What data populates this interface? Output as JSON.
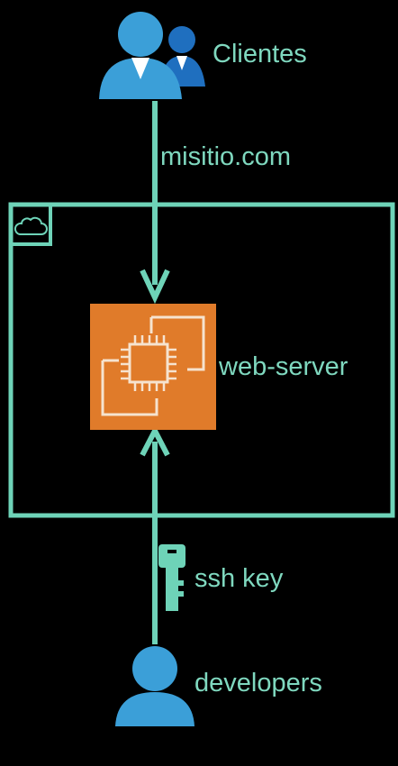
{
  "colors": {
    "background": "#000000",
    "line": "#6ed3b8",
    "text": "#7fd8bf",
    "server_fill": "#e07b2a",
    "server_icon": "#f6e3cf",
    "user_primary": "#3b9fd8",
    "user_secondary": "#1f6fbf",
    "key": "#6ed3b8"
  },
  "icons": {
    "clients": "users-icon",
    "cloud": "cloud-icon",
    "server": "ec2-instance-icon",
    "key": "key-icon",
    "developer": "user-icon"
  },
  "nodes": {
    "clients": {
      "label": "Clientes"
    },
    "server": {
      "label": "web-server"
    },
    "developers": {
      "label": "developers"
    }
  },
  "edges": {
    "client_to_server": {
      "label": "misitio.com"
    },
    "developers_to_server": {
      "label": "ssh key"
    }
  }
}
